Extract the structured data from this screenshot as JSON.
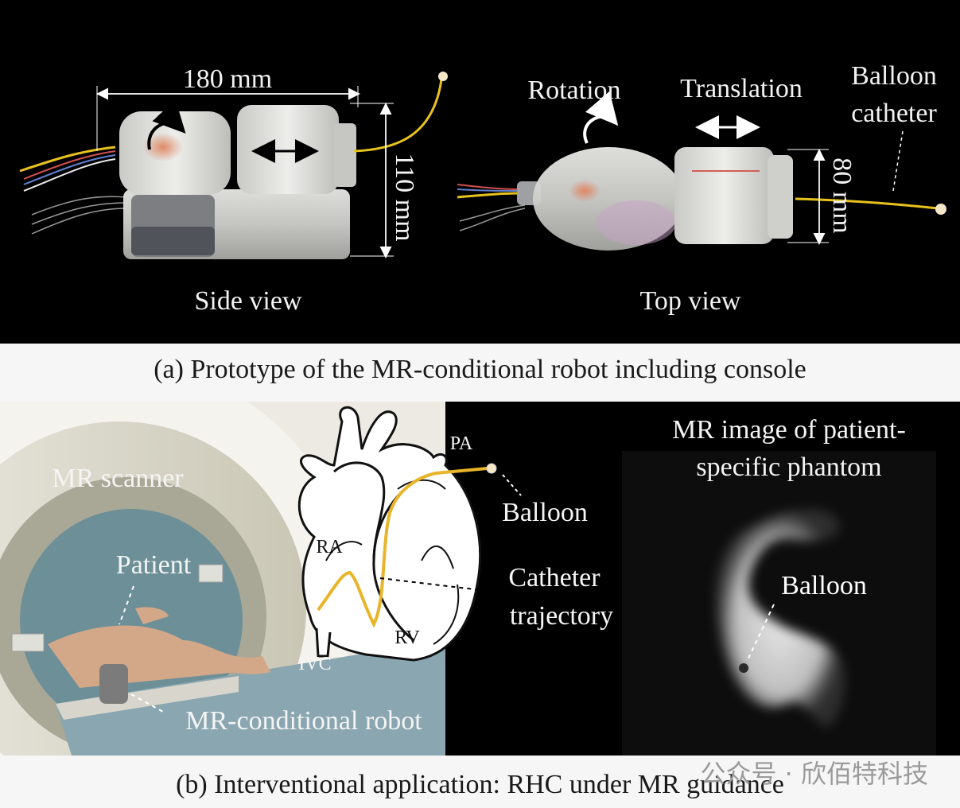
{
  "panel_a": {
    "dim_length": "180 mm",
    "dim_height": "110 mm",
    "dim_width": "80 mm",
    "label_rotation": "Rotation",
    "label_translation": "Translation",
    "label_balloon_catheter_1": "Balloon",
    "label_balloon_catheter_2": "catheter",
    "label_side_view": "Side view",
    "label_top_view": "Top view",
    "caption": "(a) Prototype of the MR-conditional robot including console"
  },
  "panel_b": {
    "label_mr_scanner": "MR scanner",
    "label_patient": "Patient",
    "label_robot": "MR-conditional robot",
    "label_pa": "PA",
    "label_ra": "RA",
    "label_rv": "RV",
    "label_ivc": "IVC",
    "label_balloon": "Balloon",
    "label_catheter_1": "Catheter",
    "label_catheter_2": "trajectory",
    "label_mr_image_1": "MR image of patient-",
    "label_mr_image_2": "specific phantom",
    "label_mr_balloon": "Balloon",
    "caption": "(b) Interventional application: RHC under MR guidance"
  },
  "watermark": "公众号 · 欣佰特科技",
  "colors": {
    "catheter": "#e8c21c",
    "trajectory": "#e8b52a",
    "background": "#000000",
    "caption_bg": "#f6f6f6"
  }
}
